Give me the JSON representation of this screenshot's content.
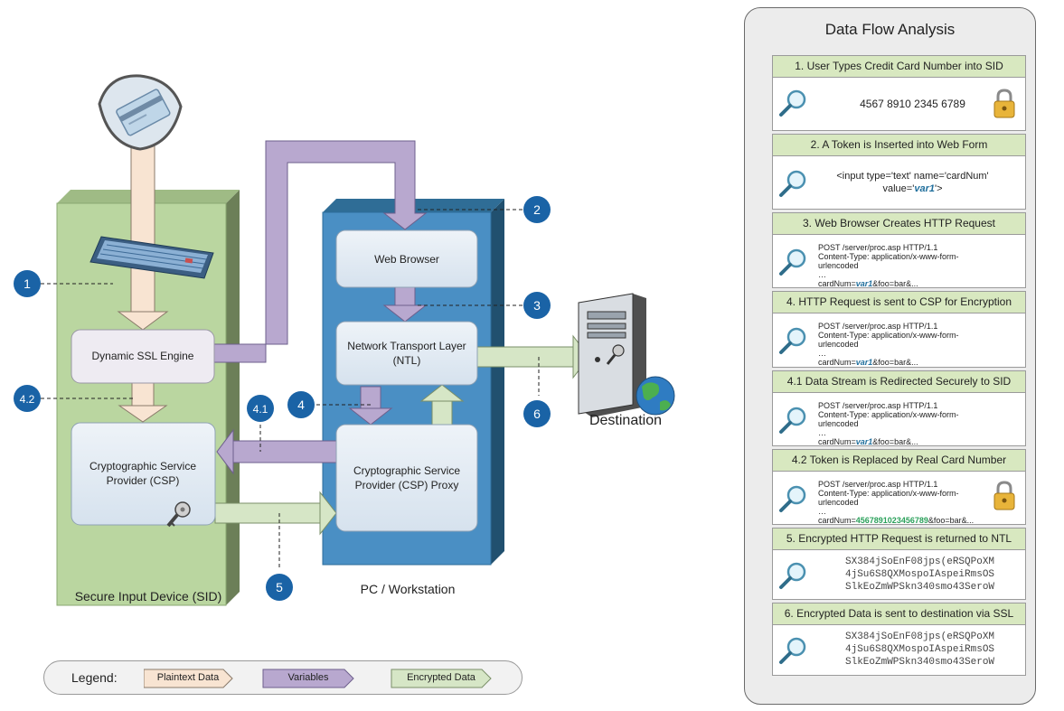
{
  "diagram": {
    "sid_label": "Secure Input Device (SID)",
    "pc_label": "PC / Workstation",
    "destination_label": "Destination",
    "boxes": {
      "dynamic_ssl": "Dynamic SSL Engine",
      "csp": [
        "Cryptographic Service",
        "Provider (CSP)"
      ],
      "web_browser": "Web Browser",
      "ntl": [
        "Network Transport Layer",
        "(NTL)"
      ],
      "csp_proxy": [
        "Cryptographic Service",
        "Provider (CSP) Proxy"
      ]
    },
    "markers": [
      "1",
      "2",
      "3",
      "4",
      "4.1",
      "4.2",
      "5",
      "6"
    ],
    "colors": {
      "plaintext": "#f8e4d2",
      "variables": "#b8a8cf",
      "encrypted": "#d6e6c6",
      "sid_panel": "#bad6a0",
      "pc_panel": "#4a8fc4",
      "marker": "#1a63a6"
    }
  },
  "legend": {
    "label": "Legend:",
    "items": [
      "Plaintext Data",
      "Variables",
      "Encrypted Data"
    ]
  },
  "panel": {
    "title": "Data Flow Analysis",
    "steps": [
      {
        "header": "1. User Types Credit Card Number into SID",
        "text": "4567 8910 2345 6789"
      },
      {
        "header": "2. A Token is Inserted into Web Form",
        "line1": "<input type='text' name='cardNum'",
        "line2_pre": "value='",
        "var": "var1",
        "line2_post": "'>"
      },
      {
        "header": "3. Web Browser Creates HTTP Request"
      },
      {
        "header": "4. HTTP Request is sent to CSP for Encryption"
      },
      {
        "header": "4.1 Data Stream is Redirected Securely to SID"
      },
      {
        "header": "4.2 Token is Replaced by Real Card Number"
      },
      {
        "header": "5. Encrypted HTTP Request is returned to NTL"
      },
      {
        "header": "6. Encrypted Data is sent to destination via SSL"
      }
    ],
    "http": {
      "line1": "POST /server/proc.asp HTTP/1.1",
      "line2": "Content-Type: application/x-www-form-urlencoded",
      "ellipsis": "…",
      "card_prefix": "cardNum=",
      "var": "var1",
      "card_suffix": "&foo=bar&...",
      "real_number": "4567891023456789",
      "real_suffix": "&foo=bar&..."
    },
    "encrypted": [
      "SX384jSoEnF08jps(eRSQPoXM",
      "4jSu6S8QXMospoIAspeiRmsOS",
      "SlkEoZmWPSkn340smo43SeroW"
    ]
  }
}
